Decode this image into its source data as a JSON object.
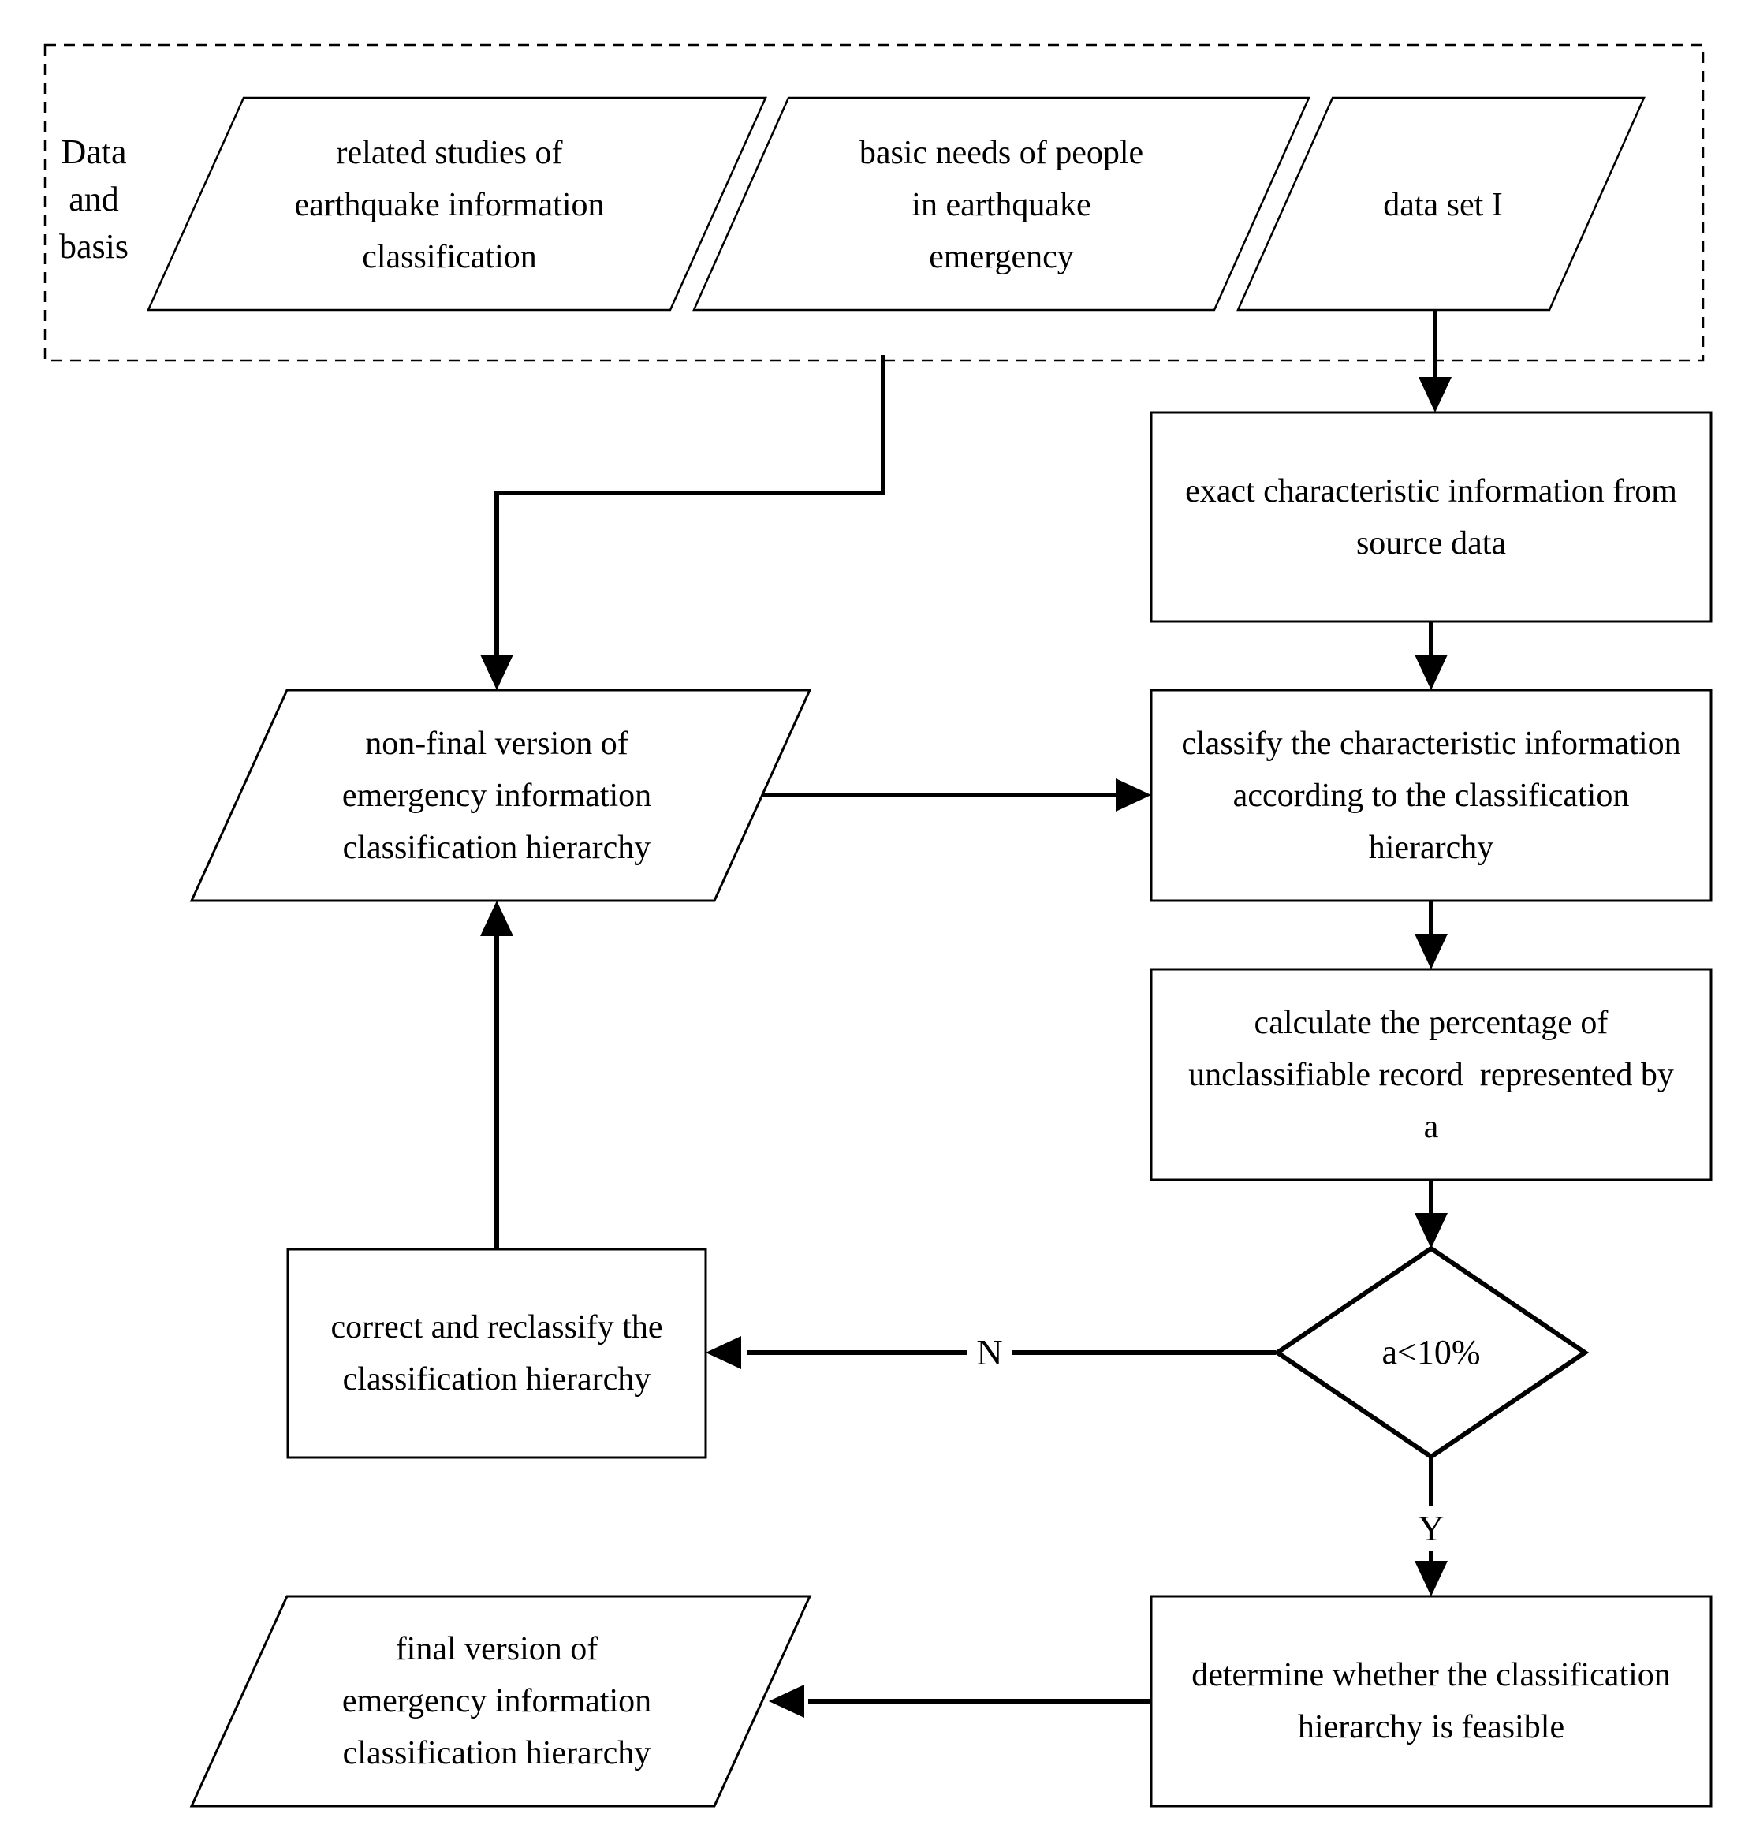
{
  "colors": {
    "line": "#000000",
    "background": "#ffffff"
  },
  "group_box": {
    "label": "Data\nand\nbasis"
  },
  "nodes": {
    "related_studies": "related studies of\nearthquake information\nclassification",
    "basic_needs": "basic needs of people\nin earthquake\nemergency",
    "data_set": "data set I",
    "extract_info": "exact characteristic information from\nsource data",
    "classify_info": "classify the characteristic information\naccording to the classification\nhierarchy",
    "calculate_percentage": "calculate the percentage of\nunclassifiable record  represented by\na",
    "decision": "a<10%",
    "correct_reclassify": "correct and reclassify the\nclassification hierarchy",
    "nonfinal_version": "non-final version of\nemergency information\nclassification hierarchy",
    "final_version": "final version of\nemergency information\nclassification hierarchy",
    "determine_feasible": "determine whether the classification\nhierarchy is feasible"
  },
  "edge_labels": {
    "no": "N",
    "yes": "Y"
  }
}
